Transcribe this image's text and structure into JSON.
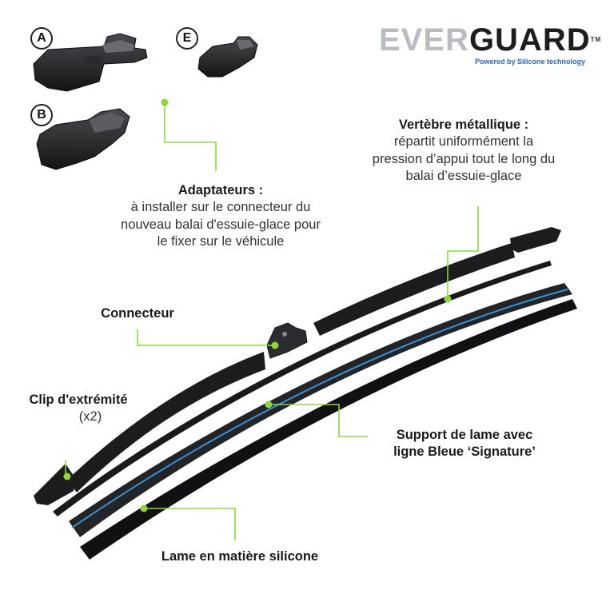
{
  "logo": {
    "part1": "EVER",
    "part2": "GUARD",
    "trademark": "TM",
    "tagline": "Powered by Silicone technology"
  },
  "adapters": {
    "a": "A",
    "b": "B",
    "e": "E"
  },
  "labels": {
    "vertebre_title": "Vertèbre métallique :",
    "vertebre_l1": "répartit uniformément la",
    "vertebre_l2": "pression d’appui tout le long du",
    "vertebre_l3": "balai d’essuie-glace",
    "adaptateurs_title": "Adaptateurs :",
    "adaptateurs_l1": "à installer sur le connecteur du",
    "adaptateurs_l2": "nouveau balai d'essuie-glace pour",
    "adaptateurs_l3": "le fixer sur le véhicule",
    "connecteur": "Connecteur",
    "clip_title": "Clip d'extrémité",
    "clip_qty": "(x2)",
    "support_l1": "Support de lame avec",
    "support_l2": "ligne Bleue ‘Signature’",
    "lame": "Lame en matière silicone"
  },
  "colors": {
    "leader": "#8ed63e",
    "signature_blue": "#3b8fd6",
    "part_black": "#1c1c1e",
    "logo_blue": "#2a67b3"
  },
  "icons": {
    "leader_dot": "green-dot"
  }
}
